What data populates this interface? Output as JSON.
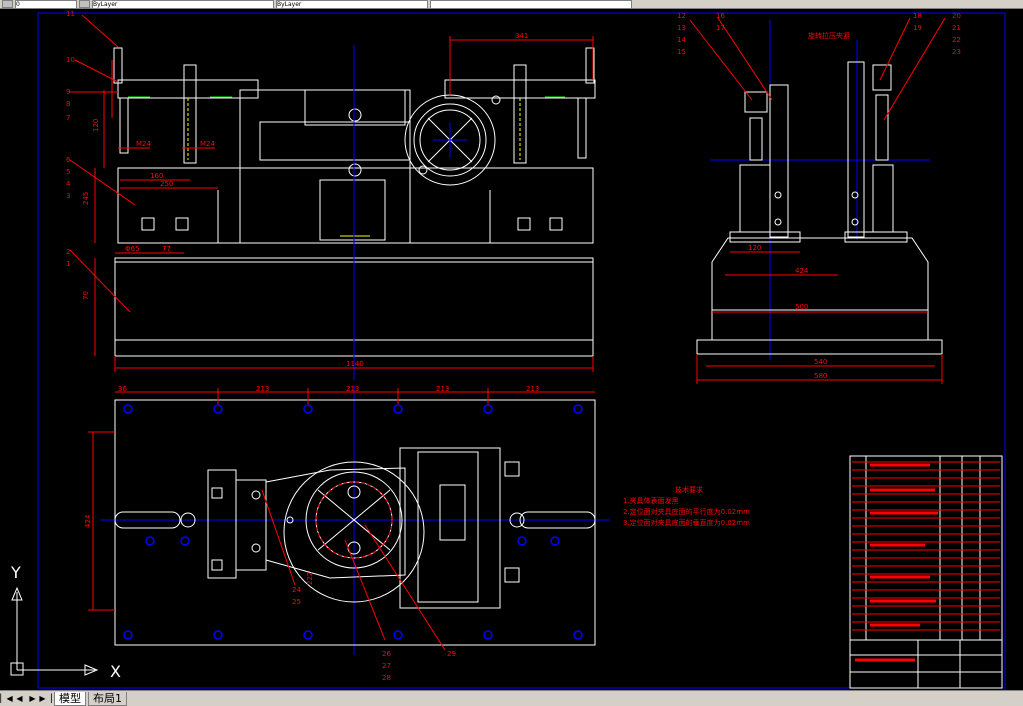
{
  "toolbar": {
    "layer_field": "0",
    "linetype_field": "ByLayer",
    "lineweight_field": "ByLayer"
  },
  "drawing": {
    "front_view": {
      "overall_length": "1140",
      "top_span": "341",
      "dim_250": "250",
      "dim_160": "160",
      "dim_245": "245",
      "dim_70": "70",
      "dim_q65": "Φ65",
      "dim_77": "77",
      "dim_m24a": "M24",
      "dim_m24b": "M24",
      "dim_120": "120",
      "part_labels": [
        "11",
        "10",
        "9",
        "8",
        "7",
        "6",
        "5",
        "4",
        "3",
        "2",
        "1"
      ]
    },
    "side_view": {
      "title": "旋转拉压夹紧",
      "dim_120": "120",
      "dim_424": "424",
      "dim_500": "500",
      "dim_540": "540",
      "dim_580": "580",
      "part_labels_left": [
        "12",
        "13",
        "14",
        "15"
      ],
      "part_labels_mid": [
        "16",
        "17"
      ],
      "part_labels_right": [
        "18",
        "19"
      ],
      "part_labels_far": [
        "20",
        "21",
        "22",
        "23"
      ]
    },
    "plan_view": {
      "dim_36": "36",
      "spacing": [
        "213",
        "213",
        "213",
        "213"
      ],
      "width": "424",
      "dim_222": "222",
      "part_labels": [
        "24",
        "25",
        "26",
        "27",
        "28",
        "29"
      ]
    },
    "tech_notes": {
      "title": "技术要求",
      "lines": [
        "1.夹具体表面发黑",
        "2.定位面对夹具底面的平行度为0.02mm",
        "3.定位面对夹具底面的垂直度为0.02mm"
      ]
    },
    "ucs": {
      "x_label": "X",
      "y_label": "Y"
    }
  },
  "status": {
    "model_tab": "模型",
    "layout_tab": "布局1"
  },
  "colors": {
    "background": "#000000",
    "geometry": "#ffffff",
    "dimension": "#ff0000",
    "centerline": "#0000ff",
    "hidden": "#ffff00"
  }
}
